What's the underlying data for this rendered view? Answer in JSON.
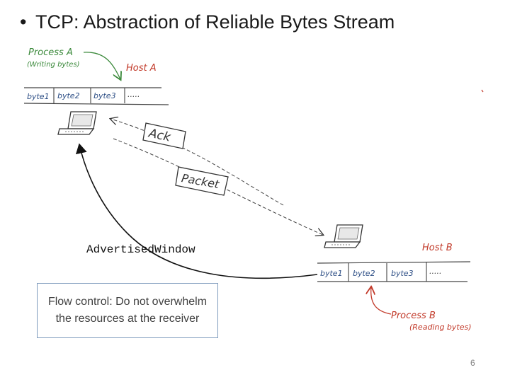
{
  "slide": {
    "title": "TCP: Abstraction of Reliable Bytes Stream",
    "page_number": "6"
  },
  "host_a": {
    "process_label": "Process A",
    "process_sub": "(Writing bytes)",
    "host_label": "Host A",
    "bytes": [
      "byte1",
      "byte2",
      "byte3",
      "....."
    ]
  },
  "host_b": {
    "process_label": "Process B",
    "process_sub": "(Reading bytes)",
    "host_label": "Host B",
    "bytes": [
      "byte1",
      "byte2",
      "byte3",
      "....."
    ]
  },
  "messages": {
    "ack": "Ack",
    "packet": "Packet"
  },
  "advertised_window": "AdvertisedWindow",
  "flow_control_note": "Flow control: Do not overwhelm the resources at the receiver",
  "colors": {
    "green": "#3c8a3c",
    "red": "#c23a2a",
    "blue": "#2e4f86",
    "ink": "#333333"
  }
}
